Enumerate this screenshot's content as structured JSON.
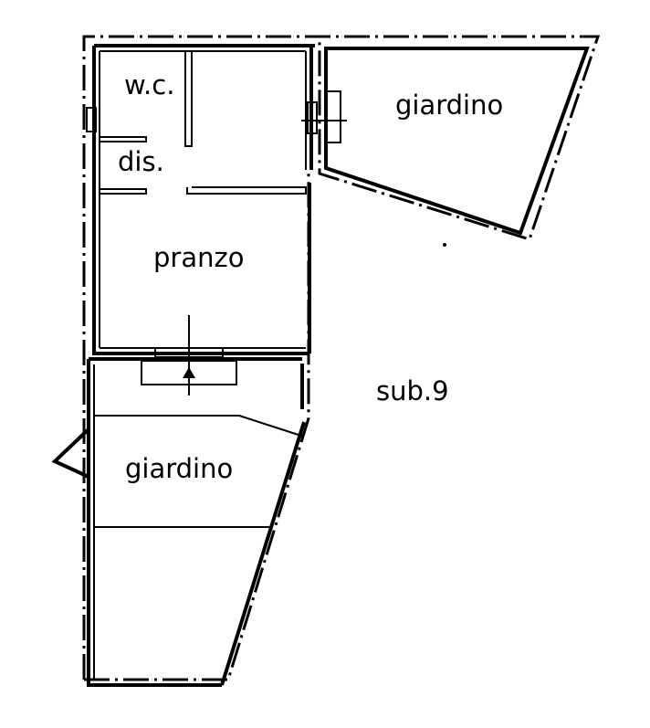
{
  "rooms": {
    "wc": "w.c.",
    "dis": "dis.",
    "pranzo": "pranzo",
    "giardino_upper": "giardino",
    "giardino_lower": "giardino"
  },
  "unit_label": "sub.9"
}
